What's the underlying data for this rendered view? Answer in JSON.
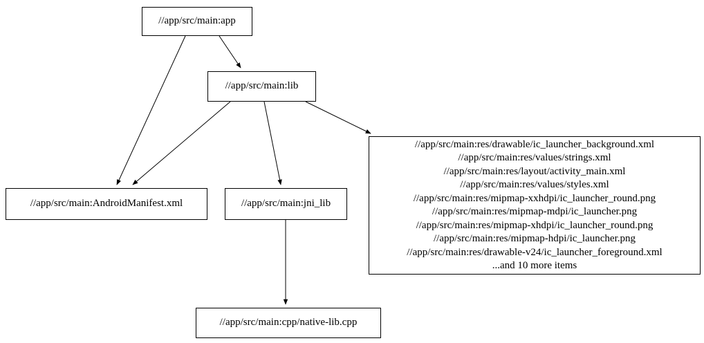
{
  "page": {
    "background_color": "#ffffff",
    "node_border_color": "#000000",
    "edge_color": "#000000",
    "text_color": "#000000"
  },
  "graph": {
    "type": "directed-dependency-graph",
    "nodes": {
      "app": {
        "label": "//app/src/main:app"
      },
      "lib": {
        "label": "//app/src/main:lib"
      },
      "manifest": {
        "label": "//app/src/main:AndroidManifest.xml"
      },
      "jni_lib": {
        "label": "//app/src/main:jni_lib"
      },
      "res_group": {
        "lines": [
          "//app/src/main:res/drawable/ic_launcher_background.xml",
          "//app/src/main:res/values/strings.xml",
          "//app/src/main:res/layout/activity_main.xml",
          "//app/src/main:res/values/styles.xml",
          "//app/src/main:res/mipmap-xxhdpi/ic_launcher_round.png",
          "//app/src/main:res/mipmap-mdpi/ic_launcher.png",
          "//app/src/main:res/mipmap-xhdpi/ic_launcher_round.png",
          "//app/src/main:res/mipmap-hdpi/ic_launcher.png",
          "//app/src/main:res/drawable-v24/ic_launcher_foreground.xml",
          "...and 10 more items"
        ]
      },
      "native_cpp": {
        "label": "//app/src/main:cpp/native-lib.cpp"
      }
    },
    "edges": [
      {
        "from": "app",
        "to": "lib"
      },
      {
        "from": "app",
        "to": "manifest"
      },
      {
        "from": "lib",
        "to": "manifest"
      },
      {
        "from": "lib",
        "to": "jni_lib"
      },
      {
        "from": "lib",
        "to": "res_group"
      },
      {
        "from": "jni_lib",
        "to": "native_cpp"
      }
    ]
  }
}
